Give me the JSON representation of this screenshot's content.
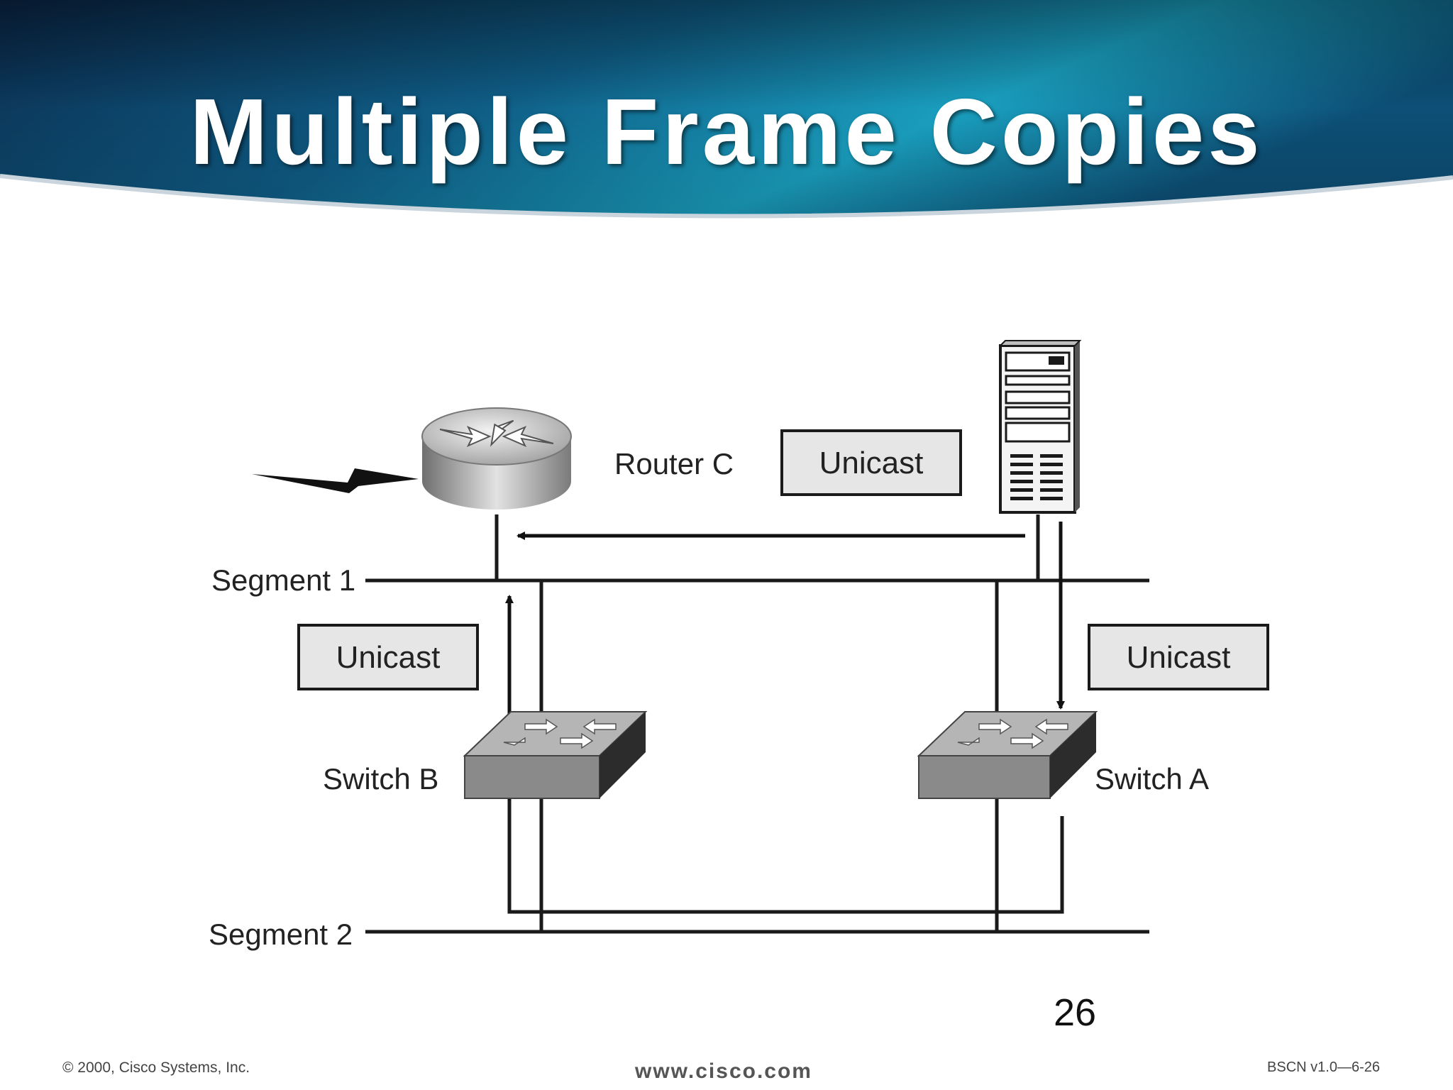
{
  "slide": {
    "title": "Multiple Frame Copies",
    "page_number": "26"
  },
  "diagram": {
    "router_label": "Router C",
    "switch_b_label": "Switch B",
    "switch_a_label": "Switch A",
    "segment_1_label": "Segment 1",
    "segment_2_label": "Segment 2",
    "frame_box_top": "Unicast",
    "frame_box_left": "Unicast",
    "frame_box_right": "Unicast"
  },
  "footer": {
    "copyright": "© 2000, Cisco Systems, Inc.",
    "url": "www.cisco.com",
    "course_code": "BSCN v1.0—6-26"
  },
  "colors": {
    "header_dark": "#0b2f55",
    "header_light": "#1fa3c2",
    "device_gray": "#8c8c8c"
  }
}
